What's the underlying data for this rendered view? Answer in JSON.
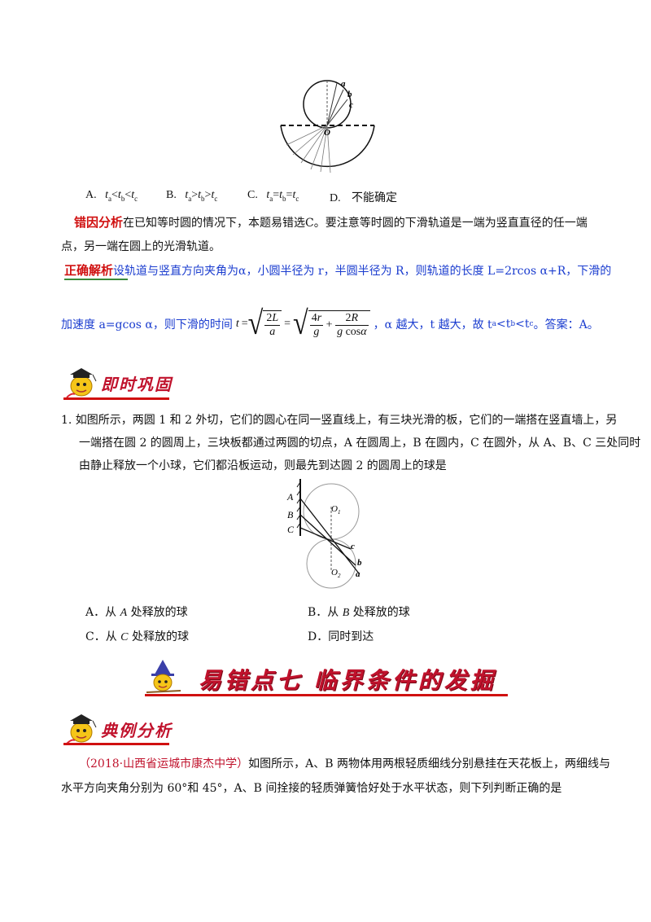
{
  "figure1": {
    "label_a": "a",
    "label_b": "b",
    "label_c": "c",
    "label_o": "O"
  },
  "q_prev_options": [
    {
      "letter": "A.",
      "text": "t_a<t_b<t_c"
    },
    {
      "letter": "B.",
      "text": "t_a>t_b>t_c"
    },
    {
      "letter": "C.",
      "text": "t_a=t_b=t_c"
    },
    {
      "letter": "D.",
      "text": "不能确定"
    }
  ],
  "error_analysis": {
    "tag": "错因分析",
    "line1": "在已知等时圆的情况下，本题易错选C。要注意等时圆的下滑轨道是一端为竖直直径的任一端",
    "line2": "点，另一端在圆上的光滑轨道。"
  },
  "correct_analysis": {
    "tag": "正确解析",
    "line1": "设轨道与竖直方向夹角为α，小圆半径为 r，半圆半径为 R，则轨道的长度 L=2rcos α+R，下滑的",
    "line2_pre": "加速度 a=gcos α，则下滑的时间",
    "line2_post": "，α 越大，t 越大，故 t",
    "answer": "。答案：A。"
  },
  "section_consolidate": {
    "title": "即时巩固"
  },
  "question1": {
    "line1": "1. 如图所示，两圆 1 和 2 外切，它们的圆心在同一竖直线上，有三块光滑的板，它们的一端搭在竖直墙上，另",
    "line2": "一端搭在圆 2 的圆周上，三块板都通过两圆的切点，A 在圆周上，B 在圆内，C 在圆外，从 A、B、C 三处同时",
    "line3": "由静止释放一个小球，它们都沿板运动，则最先到达圆 2 的圆周上的球是"
  },
  "figure2": {
    "A": "A",
    "B": "B",
    "C": "C",
    "O1": "O",
    "O1sub": "1",
    "O2": "O",
    "O2sub": "2",
    "a": "a",
    "b": "b",
    "c": "c"
  },
  "question1_options": [
    {
      "letter": "A．",
      "pre": "从 ",
      "var": "A",
      "post": " 处释放的球"
    },
    {
      "letter": "B．",
      "pre": "从 ",
      "var": "B",
      "post": " 处释放的球"
    },
    {
      "letter": "C．",
      "pre": "从 ",
      "var": "C",
      "post": " 处释放的球"
    },
    {
      "letter": "D．",
      "pre": "同时到达",
      "var": "",
      "post": ""
    }
  ],
  "banner": {
    "title": "易错点七  临界条件的发掘"
  },
  "section_example": {
    "title": "典例分析"
  },
  "example": {
    "source": "（2018·山西省运城市康杰中学）",
    "line1_rest": "如图所示，A、B 两物体用两根轻质细线分别悬挂在天花板上，两细线与",
    "line2": "水平方向夹角分别为 60°和 45°，A、B 间拴接的轻质弹簧恰好处于水平状态，则下列判断正确的是"
  },
  "colors": {
    "blue": "#1a3ccf",
    "red": "#d01010",
    "banner_red": "#c0122c"
  }
}
